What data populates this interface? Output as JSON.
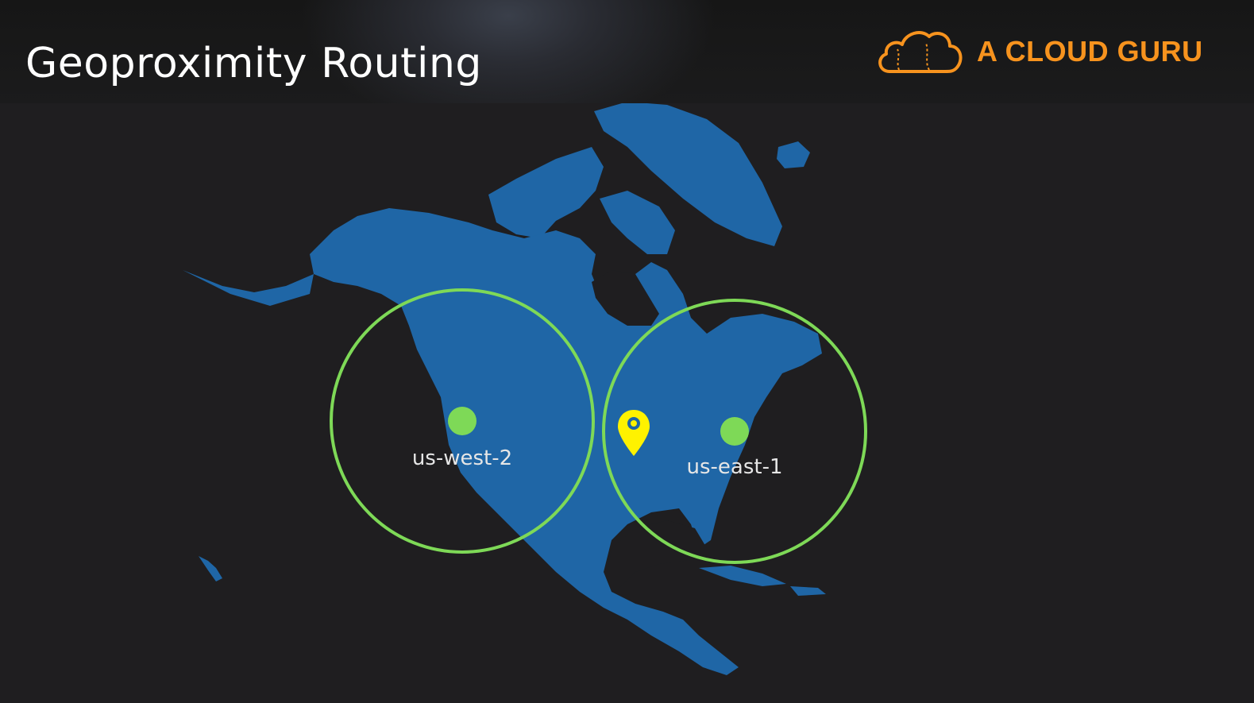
{
  "slide": {
    "title": "Geoproximity Routing",
    "brand": {
      "name": "A CLOUD GURU",
      "logo_icon": "cloud-icon",
      "color": "#f7931e"
    }
  },
  "map": {
    "land_color": "#1f66a6",
    "background_color": "#1f1e20",
    "region_color": "#7ed957",
    "regions": [
      {
        "id": "us-west-2",
        "label": "us-west-2"
      },
      {
        "id": "us-east-1",
        "label": "us-east-1"
      }
    ],
    "user_marker": {
      "icon": "location-pin-icon",
      "color": "#fff200"
    }
  }
}
